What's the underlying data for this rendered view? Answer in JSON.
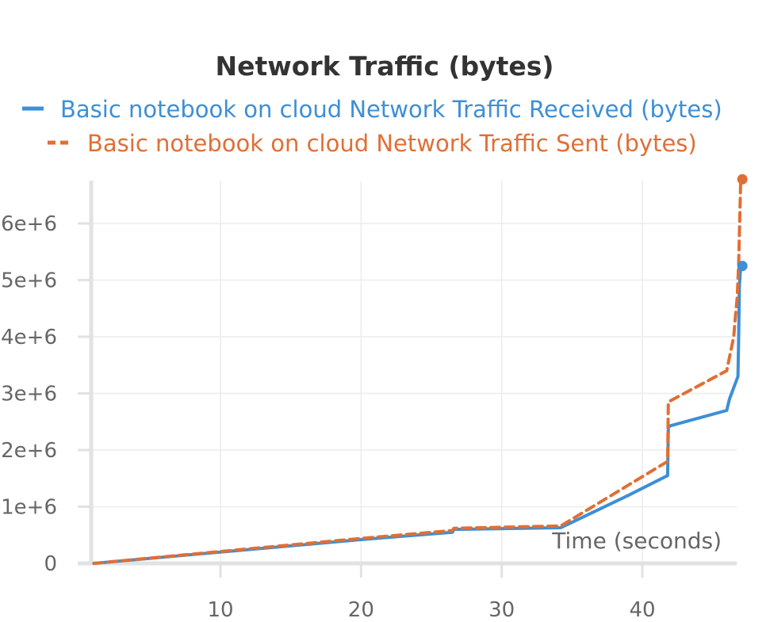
{
  "chart_data": {
    "type": "line",
    "title": "Network Traffic (bytes)",
    "xlabel": "Time (seconds)",
    "ylabel": "",
    "xlim": [
      1,
      47
    ],
    "ylim": [
      0,
      6800000
    ],
    "x_ticks": [
      10,
      20,
      30,
      40
    ],
    "y_ticks": [
      {
        "value": 0,
        "label": "0"
      },
      {
        "value": 1000000,
        "label": "1e+6"
      },
      {
        "value": 2000000,
        "label": "2e+6"
      },
      {
        "value": 3000000,
        "label": "3e+6"
      },
      {
        "value": 4000000,
        "label": "4e+6"
      },
      {
        "value": 5000000,
        "label": "5e+6"
      },
      {
        "value": 6000000,
        "label": "6e+6"
      }
    ],
    "grid": true,
    "legend_position": "top",
    "series": [
      {
        "name": "Basic notebook on cloud Network Traffic Received (bytes)",
        "color": "#3d8fd6",
        "dash": "solid",
        "x": [
          1,
          10,
          20,
          26.5,
          26.6,
          34.2,
          39,
          41.8,
          41.85,
          42,
          46,
          46.2,
          46.8,
          46.85,
          46.9,
          47
        ],
        "y": [
          0,
          200000,
          420000,
          550000,
          600000,
          630000,
          1200000,
          1550000,
          2400000,
          2430000,
          2700000,
          2900000,
          3300000,
          4000000,
          4900000,
          5250000
        ]
      },
      {
        "name": "Basic notebook on cloud Network Traffic Sent (bytes)",
        "color": "#e06f35",
        "dash": "dashed",
        "x": [
          1,
          10,
          20,
          26.5,
          26.6,
          34.2,
          41.8,
          41.85,
          46,
          46.5,
          46.6,
          46.75,
          46.85,
          47
        ],
        "y": [
          0,
          210000,
          440000,
          580000,
          620000,
          660000,
          1800000,
          2850000,
          3400000,
          4000000,
          4300000,
          4700000,
          5300000,
          6780000
        ]
      }
    ]
  }
}
